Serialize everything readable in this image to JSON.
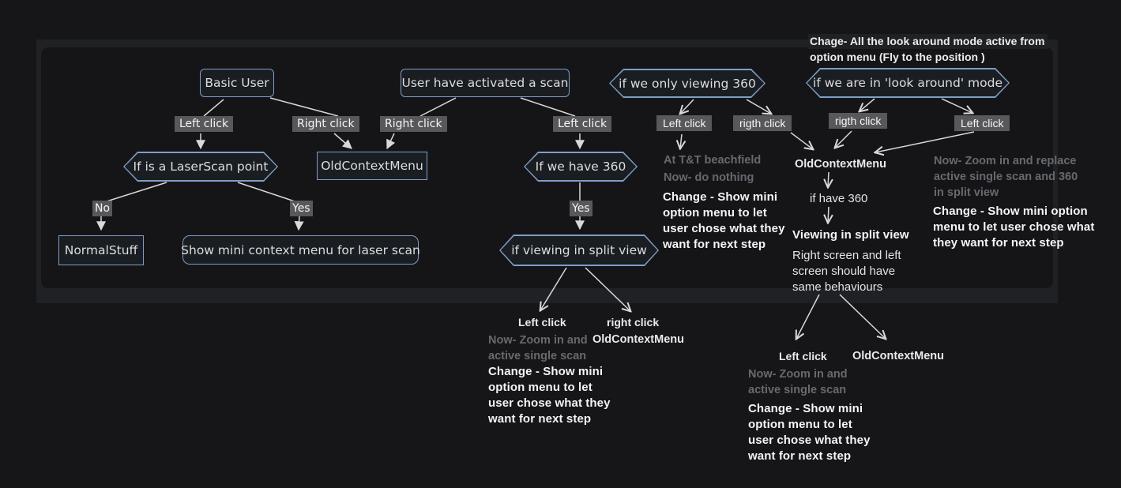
{
  "top_note": {
    "lines": [
      "Chage- All the look around mode active from",
      "option menu (Fly to the position )"
    ]
  },
  "nodes": {
    "basic_user": "Basic User",
    "user_activated_scan": "User have activated a scan",
    "if_only_viewing_360": "if we only viewing 360",
    "if_look_around_mode": "if we are in 'look around' mode",
    "if_laserscan_point": "If is a LaserScan point",
    "old_context_menu": "OldContextMenu",
    "if_we_have_360": "If we have 360",
    "normal_stuff": "NormalStuff",
    "show_mini_context_laser": "Show mini context menu for laser scan",
    "if_viewing_split_view": "if viewing in split view"
  },
  "edge_labels": {
    "left_click_basic": "Left click",
    "right_click_basic": "Right click",
    "right_click_scan": "Right click",
    "left_click_scan": "Left click",
    "no": "No",
    "yes_laser": "Yes",
    "yes_360": "Yes",
    "left_click_360": "Left click",
    "rigth_click_360": "rigth click",
    "rigth_click_look": "rigth click",
    "left_click_look": "Left click"
  },
  "annotations": {
    "at_tt_note": {
      "lines": [
        "At T&T beachfield",
        "Now- do nothing"
      ]
    },
    "change_360": {
      "lines": [
        "Change - Show mini",
        "option menu to let",
        "user chose what they",
        "want for next step"
      ]
    },
    "old_context_menu_mid": "OldContextMenu",
    "if_have_360": "if have 360",
    "viewing_split_title": "Viewing in split view",
    "right_screen_note": {
      "lines": [
        "Right screen and left",
        "screen should have",
        "same behaviours"
      ]
    },
    "now_replace_note": {
      "lines": [
        "Now- Zoom in and replace",
        "active single scan and 360",
        "in split view"
      ]
    },
    "change_look": {
      "lines": [
        "Change - Show mini option",
        "menu to let user chose what",
        "they want for next step"
      ]
    },
    "split_left_click": "Left click",
    "split_right_click": "right click",
    "split_old_context_menu": "OldContextMenu",
    "split_now_note": {
      "lines": [
        "Now- Zoom in and",
        "active single scan"
      ]
    },
    "change_split": {
      "lines": [
        "Change - Show mini",
        "option menu to let",
        "user chose what they",
        "want for next step"
      ]
    },
    "mid2_left_click": "Left click",
    "mid2_old_context_menu": "OldContextMenu",
    "mid2_now_note": {
      "lines": [
        "Now- Zoom in and",
        "active single scan"
      ]
    },
    "change_mid2": {
      "lines": [
        "Change - Show mini",
        "option menu to let",
        "user chose what they",
        "want for next step"
      ]
    }
  },
  "colors": {
    "page_bg": "#161618",
    "frame_bg": "#202124",
    "canvas_bg": "#151518",
    "node_fill": "#1a1d21",
    "node_border": "#7e9ec6",
    "chip_bg": "#58585c",
    "arrow": "#d9d9d9",
    "muted_text": "#66696f",
    "text": "#e9eaec",
    "bold_text": "#f4f5f7"
  }
}
